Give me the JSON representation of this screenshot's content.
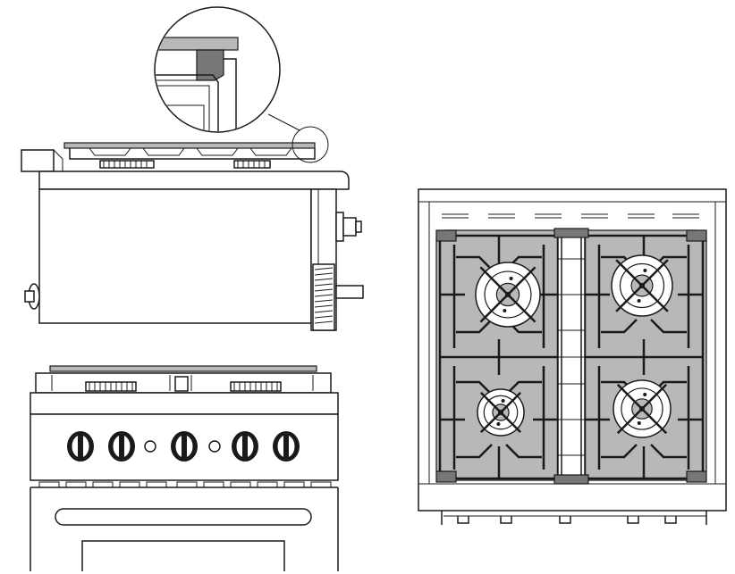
{
  "figure": {
    "views": [
      "side-view",
      "detail-inset",
      "front-view",
      "top-view"
    ],
    "colors": {
      "line": "#1a1a1a",
      "cooktop_fill": "#b8b8b8",
      "grate_cap": "#777777",
      "background": "#ffffff"
    },
    "front_view": {
      "knob_count": 5,
      "indicator_count": 2
    },
    "top_view": {
      "burner_count": 4
    }
  }
}
